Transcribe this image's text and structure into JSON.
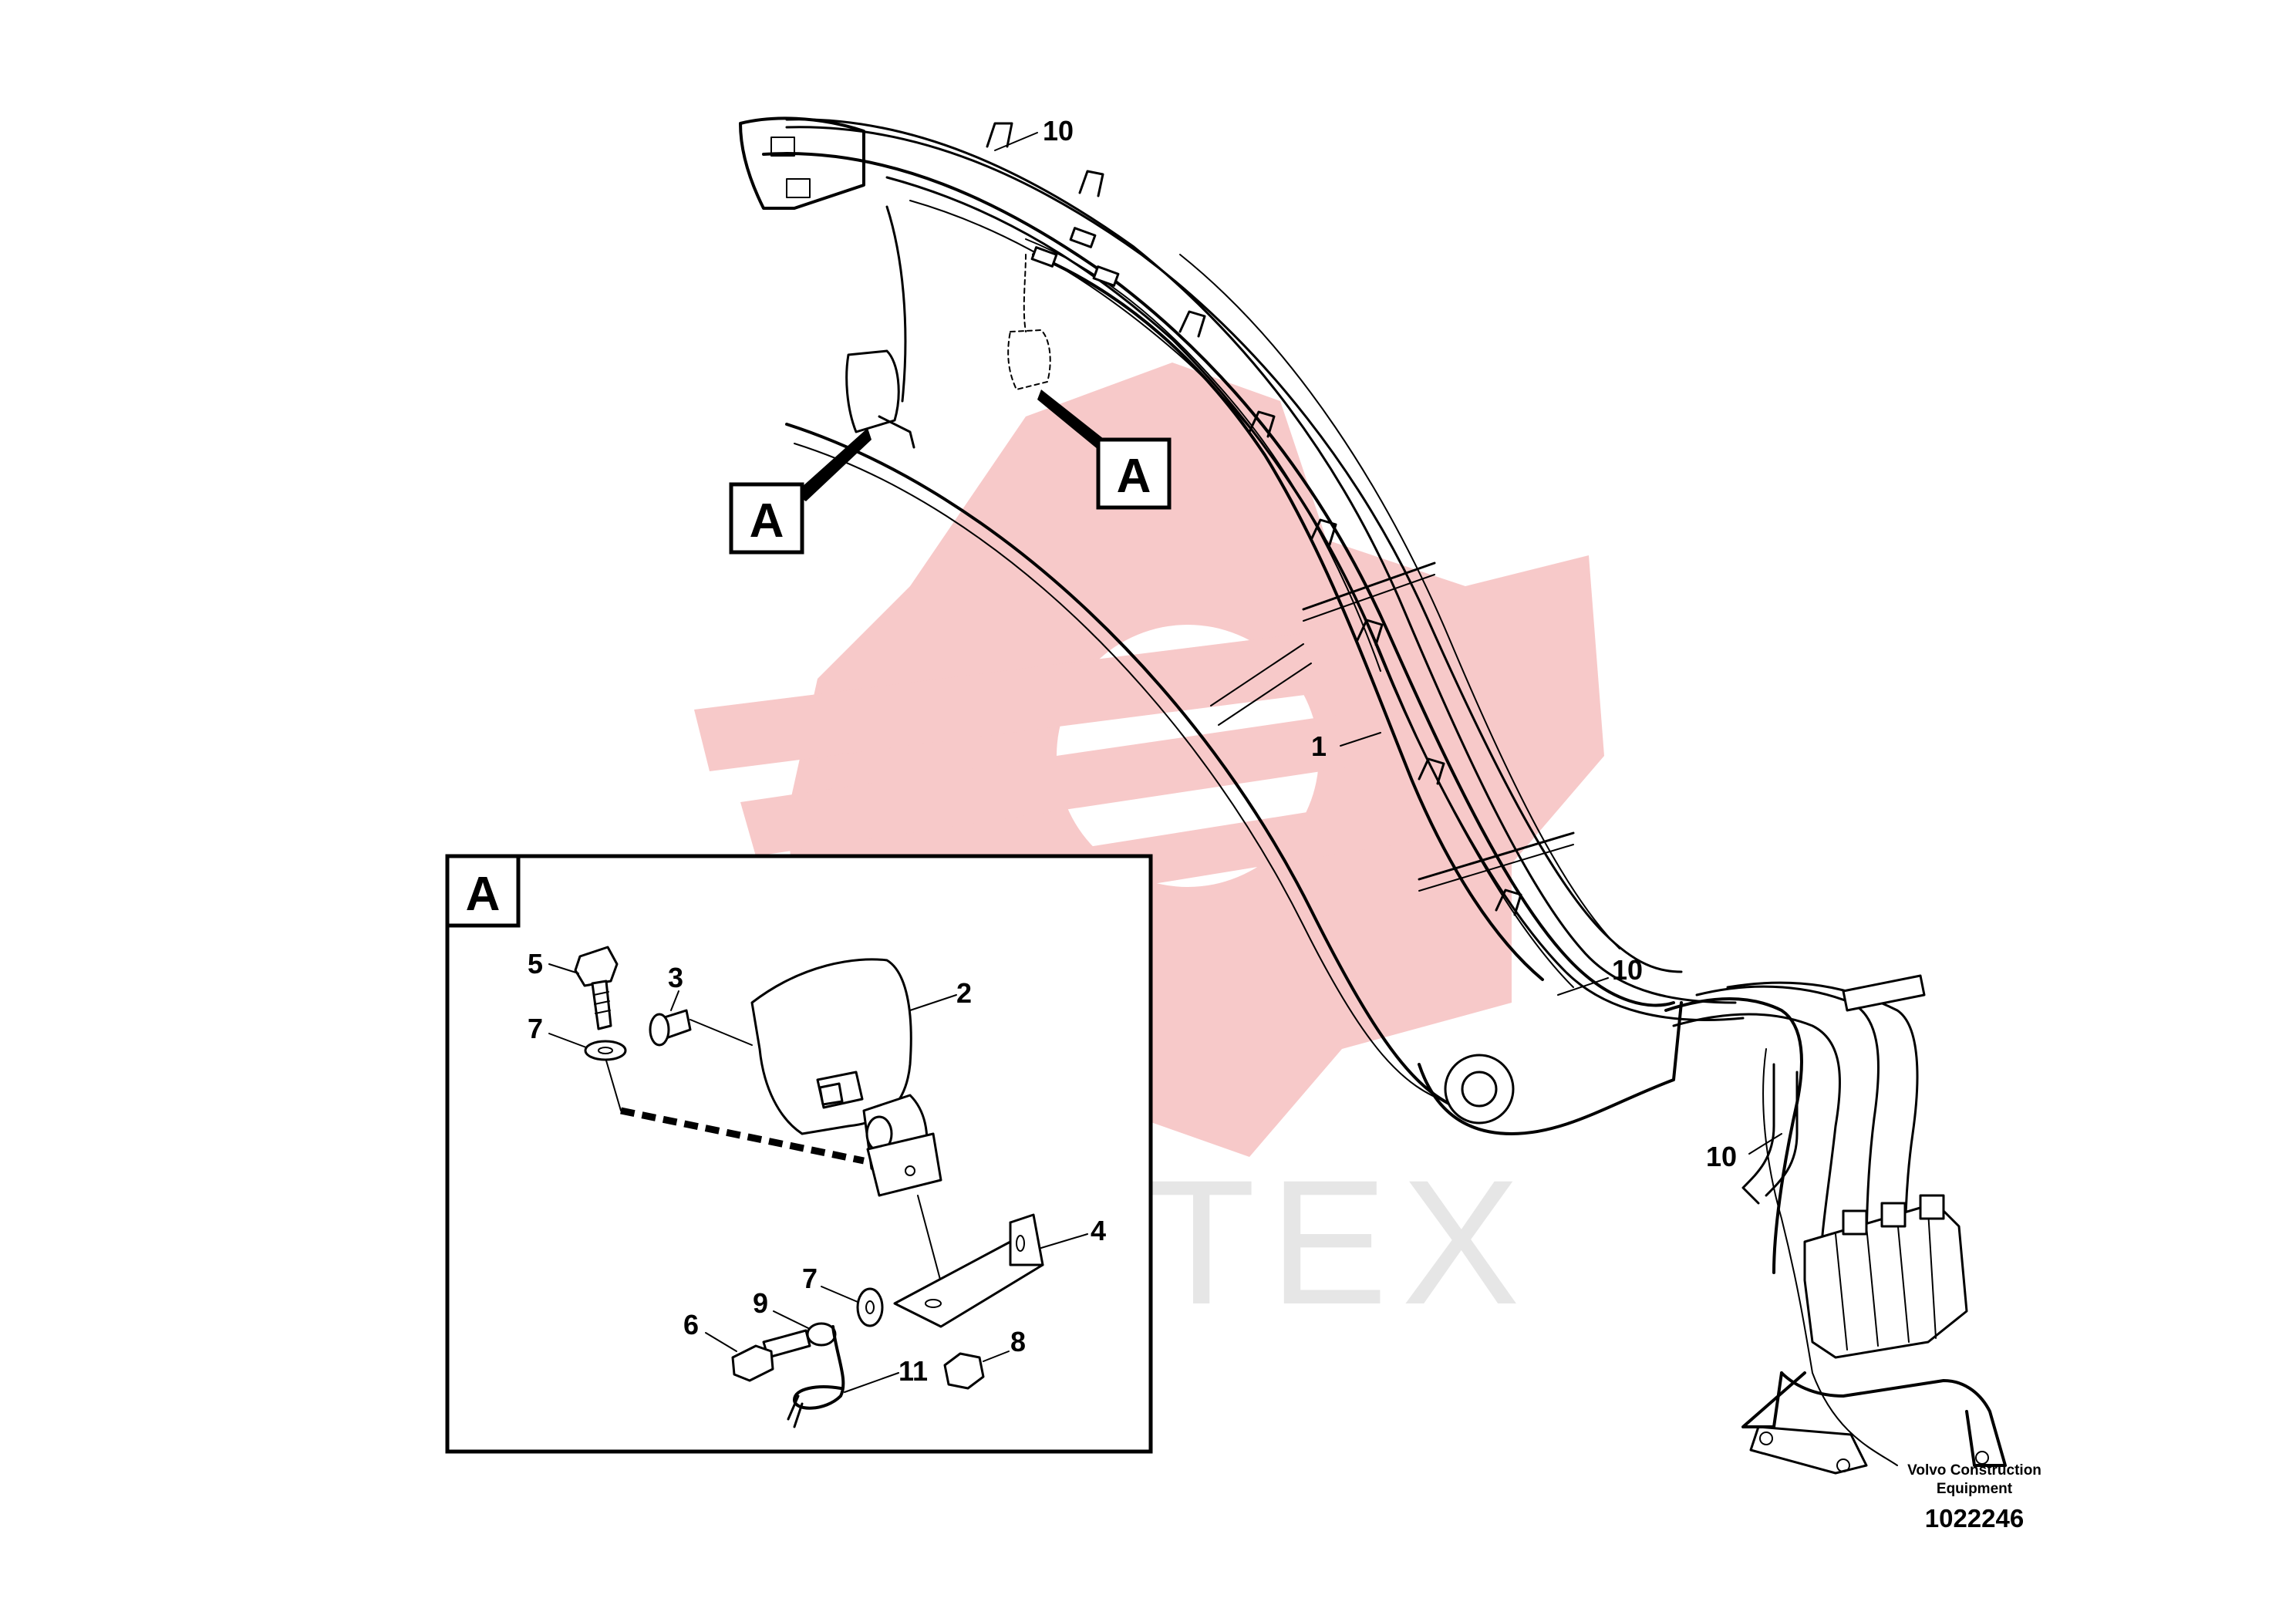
{
  "watermark": {
    "text": "ИНТЕХ",
    "gear_color": "#f7c9c9",
    "text_color": "#e6e6e6"
  },
  "view_label": "A",
  "callouts": {
    "c10_top": "10",
    "c1": "1",
    "c10_mid": "10",
    "c10_valve": "10",
    "d5": "5",
    "d3": "3",
    "d2": "2",
    "d7_upper": "7",
    "d4": "4",
    "d7_lower": "7",
    "d9": "9",
    "d6": "6",
    "d8": "8",
    "d11": "11"
  },
  "caption": {
    "line1": "Volvo Construction",
    "line2": "Equipment",
    "number": "1022246"
  }
}
